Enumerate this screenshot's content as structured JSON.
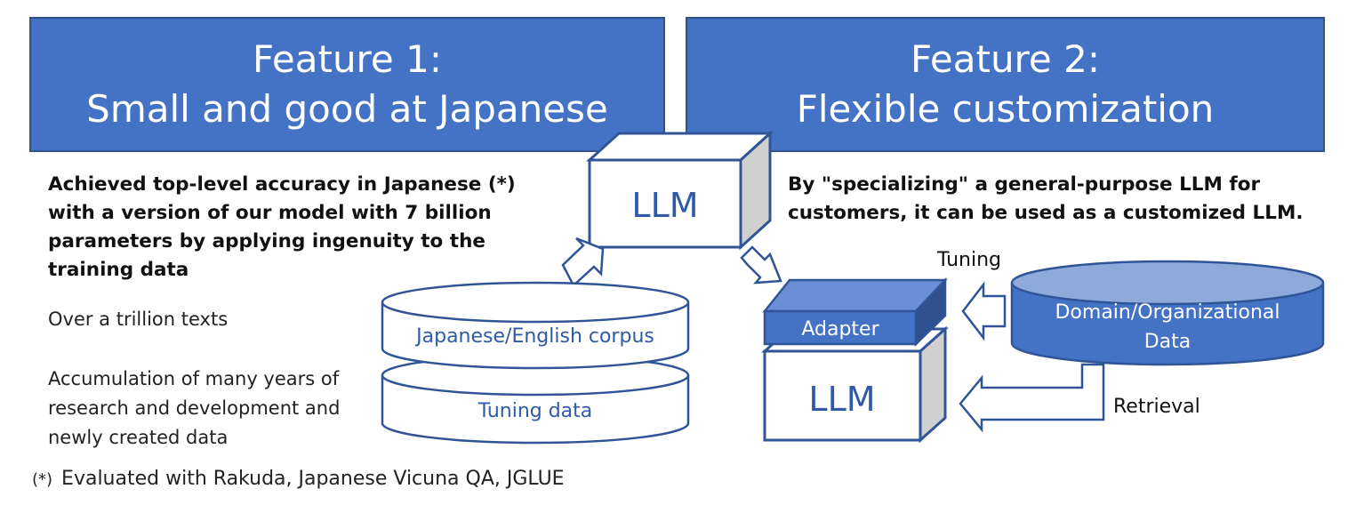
{
  "feature1": {
    "title_line1": "Feature 1:",
    "title_line2": "Small and good at Japanese",
    "description": "Achieved top-level accuracy in Japanese (*) with a version of our model with 7 billion parameters by applying ingenuity to the training data",
    "stat1": "Over a trillion texts",
    "stat2": "Accumulation of many years of research and development and newly created data",
    "footnote_mark": "(*)",
    "footnote_text": "Evaluated with Rakuda, Japanese Vicuna QA, JGLUE"
  },
  "feature2": {
    "title_line1": "Feature 2:",
    "title_line2": "Flexible customization",
    "description": "By \"specializing\" a general-purpose LLM for customers, it can be used as a customized LLM."
  },
  "diagram": {
    "llm_top_label": "LLM",
    "corpus_label": "Japanese/English corpus",
    "tuning_data_label": "Tuning data",
    "adapter_label": "Adapter",
    "llm_bottom_label": "LLM",
    "domain_data_label_line1": "Domain/Organizational",
    "domain_data_label_line2": "Data",
    "tuning_label": "Tuning",
    "retrieval_label": "Retrieval"
  },
  "colors": {
    "banner_fill": "#4472c4",
    "banner_border": "#2f528f",
    "outline": "#2f5597",
    "label_blue": "#2f5aa8",
    "cube_side": "#d0d0d0",
    "adapter_front": "#4472c4",
    "adapter_top": "#6b8fd6",
    "adapter_side": "#2f4f8f",
    "domain_fill": "#4472c4",
    "domain_top": "#8eaadb"
  }
}
